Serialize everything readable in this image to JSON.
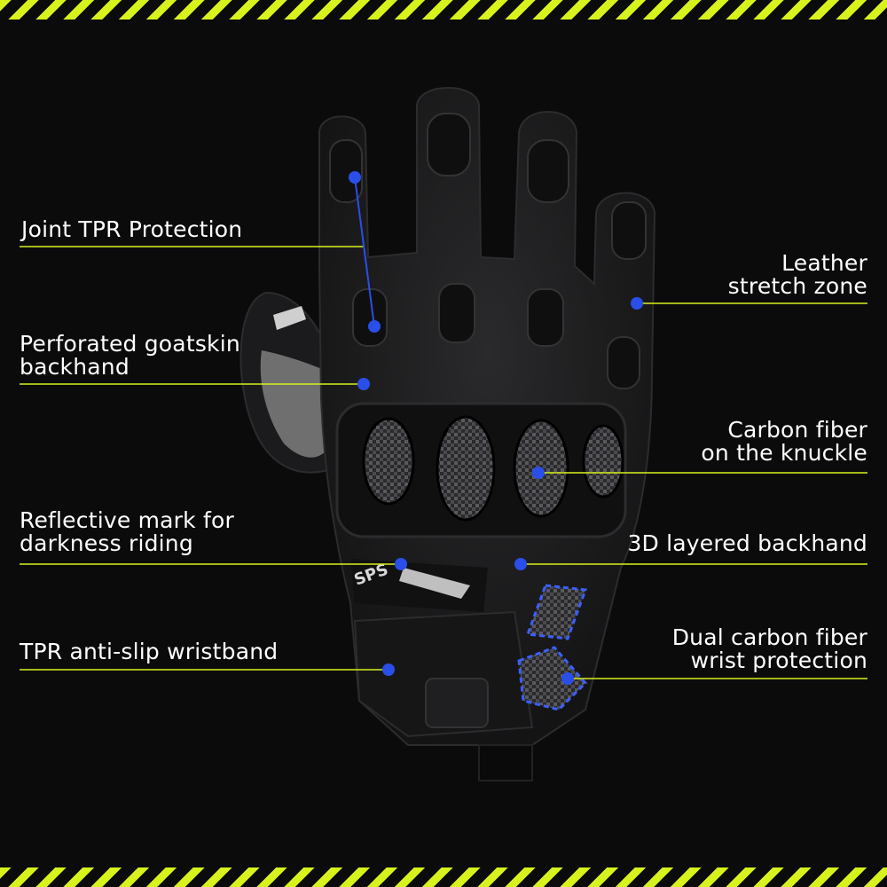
{
  "colors": {
    "background": "#0b0b0c",
    "stripe_accent": "#d7f21c",
    "leader_line": "#d7f21c",
    "callout_dot": "#2a4fe8",
    "label_text": "#ffffff"
  },
  "callouts": [
    {
      "id": "joint-tpr-protection",
      "text": "Joint TPR Protection",
      "side": "left"
    },
    {
      "id": "perforated-goatskin-backhand",
      "text": "Perforated goatskin\nbackhand",
      "side": "left"
    },
    {
      "id": "reflective-mark",
      "text": "Reflective mark for\ndarkness riding",
      "side": "left"
    },
    {
      "id": "tpr-anti-slip-wristband",
      "text": "TPR anti-slip wristband",
      "side": "left"
    },
    {
      "id": "leather-stretch-zone",
      "text": "Leather\nstretch zone",
      "side": "right"
    },
    {
      "id": "carbon-fiber-knuckle",
      "text": "Carbon fiber\non the knuckle",
      "side": "right"
    },
    {
      "id": "3d-layered-backhand",
      "text": "3D layered backhand",
      "side": "right"
    },
    {
      "id": "dual-carbon-wrist-protection",
      "text": "Dual carbon fiber\nwrist protection",
      "side": "right"
    }
  ],
  "product_marks": {
    "sps_text": "SPS"
  }
}
